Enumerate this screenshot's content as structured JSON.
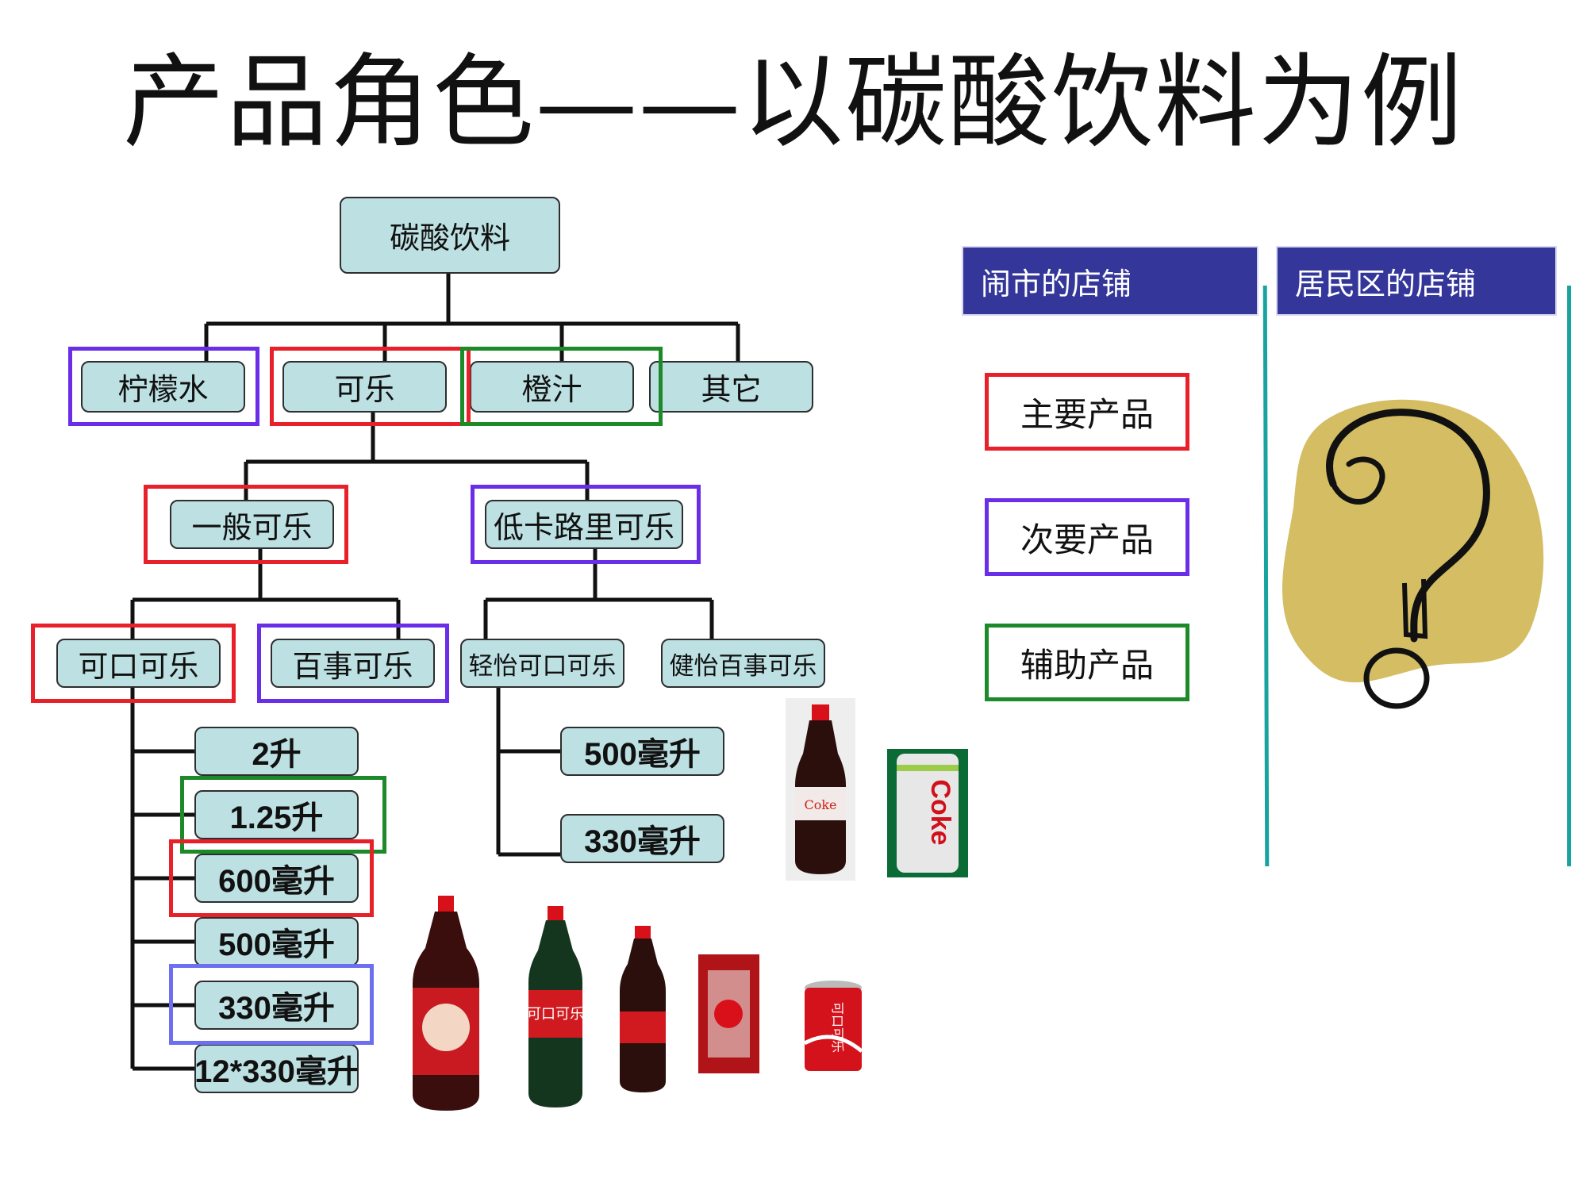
{
  "title": "产品角色——以碳酸饮料为例",
  "tree": {
    "root": "碳酸饮料",
    "categories": [
      "柠檬水",
      "可乐",
      "橙汁",
      "其它"
    ],
    "cola_types": [
      "一般可乐",
      "低卡路里可乐"
    ],
    "regular_brands": [
      "可口可乐",
      "百事可乐"
    ],
    "diet_brands": [
      "轻怡可口可乐",
      "健怡百事可乐"
    ],
    "coke_sizes": [
      "2升",
      "1.25升",
      "600毫升",
      "500毫升",
      "330毫升",
      "12*330毫升"
    ],
    "diet_sizes": [
      "500毫升",
      "330毫升"
    ]
  },
  "stores": {
    "downtown_header": "闹市的店铺",
    "residential_header": "居民区的店铺"
  },
  "legend": {
    "primary": "主要产品",
    "secondary": "次要产品",
    "auxiliary": "辅助产品"
  },
  "colors": {
    "primary": "#e8202a",
    "secondary": "#6a2ee8",
    "auxiliary": "#1d8a2a",
    "node_fill": "#bde0e2",
    "header_fill": "#34369a",
    "divider": "#19a3a0",
    "blob": "#d4bd62"
  },
  "icons": {
    "question": "question-mark-icon"
  }
}
